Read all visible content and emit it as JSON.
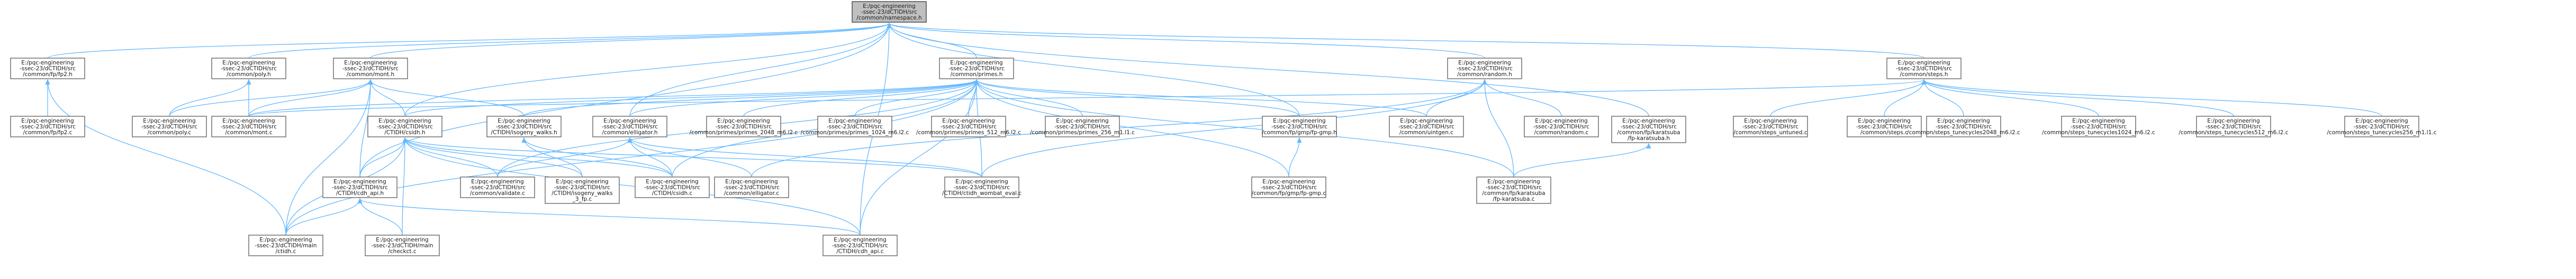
{
  "diagram": {
    "type": "include-dependency-graph",
    "colors": {
      "edge": "#63b8ff",
      "node_border": "#666666",
      "root_fill": "#bfbfbf",
      "node_fill": "#ffffff"
    },
    "nodes": [
      {
        "id": "root",
        "lines": [
          "E:/pqc-engineering",
          "-ssec-23/dCTIDH/src",
          "/common/namespace.h"
        ]
      },
      {
        "id": "fp2h",
        "lines": [
          "E:/pqc-engineering",
          "-ssec-23/dCTIDH/src",
          "/common/fp/fp2.h"
        ]
      },
      {
        "id": "polyh",
        "lines": [
          "E:/pqc-engineering",
          "-ssec-23/dCTIDH/src",
          "/common/poly.h"
        ]
      },
      {
        "id": "montn",
        "lines": [
          "E:/pqc-engineering",
          "-ssec-23/dCTIDH/src",
          "/common/mont.h"
        ]
      },
      {
        "id": "primesh",
        "lines": [
          "E:/pqc-engineering",
          "-ssec-23/dCTIDH/src",
          "/common/primes.h"
        ]
      },
      {
        "id": "randomh",
        "lines": [
          "E:/pqc-engineering",
          "-ssec-23/dCTIDH/src",
          "/common/random.h"
        ]
      },
      {
        "id": "stepsh",
        "lines": [
          "E:/pqc-engineering",
          "-ssec-23/dCTIDH/src",
          "/common/steps.h"
        ]
      },
      {
        "id": "fp2c",
        "lines": [
          "E:/pqc-engineering",
          "-ssec-23/dCTIDH/src",
          "/common/fp/fp2.c"
        ]
      },
      {
        "id": "polyc",
        "lines": [
          "E:/pqc-engineering",
          "-ssec-23/dCTIDH/src",
          "/common/poly.c"
        ]
      },
      {
        "id": "montc",
        "lines": [
          "E:/pqc-engineering",
          "-ssec-23/dCTIDH/src",
          "/common/mont.c"
        ]
      },
      {
        "id": "csidhh",
        "lines": [
          "E:/pqc-engineering",
          "-ssec-23/dCTIDH/src",
          "/CTIDH/csidh.h"
        ]
      },
      {
        "id": "isogwalks",
        "lines": [
          "E:/pqc-engineering",
          "-ssec-23/dCTIDH/src",
          "/CTIDH/isogeny_walks.h"
        ]
      },
      {
        "id": "elligatorh",
        "lines": [
          "E:/pqc-engineering",
          "-ssec-23/dCTIDH/src",
          "/common/elligator.h"
        ]
      },
      {
        "id": "p2048",
        "lines": [
          "E:/pqc-engineering",
          "-ssec-23/dCTIDH/src",
          "/common/primes/primes_2048_m6.l2.c"
        ]
      },
      {
        "id": "p1024",
        "lines": [
          "E:/pqc-engineering",
          "-ssec-23/dCTIDH/src",
          "/common/primes/primes_1024_m6.l2.c"
        ]
      },
      {
        "id": "p512",
        "lines": [
          "E:/pqc-engineering",
          "-ssec-23/dCTIDH/src",
          "/common/primes/primes_512_m6.l2.c"
        ]
      },
      {
        "id": "p256",
        "lines": [
          "E:/pqc-engineering",
          "-ssec-23/dCTIDH/src",
          "/common/primes/primes_256_m1.l1.c"
        ]
      },
      {
        "id": "fpgmph",
        "lines": [
          "E:/pqc-engineering",
          "-ssec-23/dCTIDH/src",
          "/common/fp/gmp/fp-gmp.h"
        ]
      },
      {
        "id": "uintgen",
        "lines": [
          "E:/pqc-engineering",
          "-ssec-23/dCTIDH/src",
          "/common/uintgen.c"
        ]
      },
      {
        "id": "randomc",
        "lines": [
          "E:/pqc-engineering",
          "-ssec-23/dCTIDH/src",
          "/common/random.c"
        ]
      },
      {
        "id": "karatsubah",
        "lines": [
          "E:/pqc-engineering",
          "-ssec-23/dCTIDH/src",
          "/common/fp/karatsuba",
          "/fp-karatsuba.h"
        ]
      },
      {
        "id": "stepsunt",
        "lines": [
          "E:/pqc-engineering",
          "-ssec-23/dCTIDH/src",
          "/common/steps_untuned.c"
        ]
      },
      {
        "id": "stepsc",
        "lines": [
          "E:/pqc-engineering",
          "-ssec-23/dCTIDH/src",
          "/common/steps.c"
        ]
      },
      {
        "id": "st2048",
        "lines": [
          "E:/pqc-engineering",
          "-ssec-23/dCTIDH/src",
          "/common/steps_tunecycles2048_m6.l2.c"
        ]
      },
      {
        "id": "st1024",
        "lines": [
          "E:/pqc-engineering",
          "-ssec-23/dCTIDH/src",
          "/common/steps_tunecycles1024_m6.l2.c"
        ]
      },
      {
        "id": "st512",
        "lines": [
          "E:/pqc-engineering",
          "-ssec-23/dCTIDH/src",
          "/common/steps_tunecycles512_m6.l2.c"
        ]
      },
      {
        "id": "st256",
        "lines": [
          "E:/pqc-engineering",
          "-ssec-23/dCTIDH/src",
          "/common/steps_tunecycles256_m1.l1.c"
        ]
      },
      {
        "id": "cdhapi",
        "lines": [
          "E:/pqc-engineering",
          "-ssec-23/dCTIDH/src",
          "/CTIDH/cdh_api.h"
        ]
      },
      {
        "id": "validatec",
        "lines": [
          "E:/pqc-engineering",
          "-ssec-23/dCTIDH/src",
          "/common/validate.c"
        ]
      },
      {
        "id": "isogwalksc",
        "lines": [
          "E:/pqc-engineering",
          "-ssec-23/dCTIDH/src",
          "/CTIDH/isogeny_walks",
          "_3_fp.c"
        ]
      },
      {
        "id": "csidhc",
        "lines": [
          "E:/pqc-engineering",
          "-ssec-23/dCTIDH/src",
          "/CTIDH/csidh.c"
        ]
      },
      {
        "id": "elligatorc",
        "lines": [
          "E:/pqc-engineering",
          "-ssec-23/dCTIDH/src",
          "/common/elligator.c"
        ]
      },
      {
        "id": "wombat",
        "lines": [
          "E:/pqc-engineering",
          "-ssec-23/dCTIDH/src",
          "/CTIDH/ctidh_wombat_eval.c"
        ]
      },
      {
        "id": "fpgmpc",
        "lines": [
          "E:/pqc-engineering",
          "-ssec-23/dCTIDH/src",
          "/common/fp/gmp/fp-gmp.c"
        ]
      },
      {
        "id": "karatsubac",
        "lines": [
          "E:/pqc-engineering",
          "-ssec-23/dCTIDH/src",
          "/common/fp/karatsuba",
          "/fp-karatsuba.c"
        ]
      },
      {
        "id": "mainc",
        "lines": [
          "E:/pqc-engineering",
          "-ssec-23/dCTIDH/main",
          "/ctidh.c"
        ]
      },
      {
        "id": "checkct",
        "lines": [
          "E:/pqc-engineering",
          "-ssec-23/dCTIDH/main",
          "/checkct.c"
        ]
      },
      {
        "id": "cdhapic",
        "lines": [
          "E:/pqc-engineering",
          "-ssec-23/dCTIDH/src",
          "/CTIDH/cdh_api.c"
        ]
      }
    ],
    "edges": [
      [
        "root",
        "fp2h"
      ],
      [
        "root",
        "polyh"
      ],
      [
        "root",
        "montn"
      ],
      [
        "root",
        "primesh"
      ],
      [
        "root",
        "randomh"
      ],
      [
        "root",
        "stepsh"
      ],
      [
        "root",
        "csidhh"
      ],
      [
        "root",
        "cdhapi"
      ],
      [
        "root",
        "karatsubah"
      ],
      [
        "root",
        "fpgmph"
      ],
      [
        "root",
        "elligatorh"
      ],
      [
        "root",
        "cdhapic"
      ],
      [
        "fp2h",
        "fp2c"
      ],
      [
        "fp2h",
        "mainc"
      ],
      [
        "polyh",
        "polyc"
      ],
      [
        "polyh",
        "montc"
      ],
      [
        "montn",
        "polyc"
      ],
      [
        "montn",
        "montc"
      ],
      [
        "montn",
        "csidhh"
      ],
      [
        "montn",
        "isogwalks"
      ],
      [
        "montn",
        "cdhapi"
      ],
      [
        "montn",
        "mainc"
      ],
      [
        "primesh",
        "p2048"
      ],
      [
        "primesh",
        "p1024"
      ],
      [
        "primesh",
        "p512"
      ],
      [
        "primesh",
        "p256"
      ],
      [
        "primesh",
        "fpgmph"
      ],
      [
        "primesh",
        "uintgen"
      ],
      [
        "primesh",
        "montc"
      ],
      [
        "primesh",
        "csidhh"
      ],
      [
        "primesh",
        "elligatorh"
      ],
      [
        "primesh",
        "isogwalks"
      ],
      [
        "primesh",
        "validatec"
      ],
      [
        "primesh",
        "csidhc"
      ],
      [
        "primesh",
        "wombat"
      ],
      [
        "primesh",
        "karatsubac"
      ],
      [
        "primesh",
        "fpgmpc"
      ],
      [
        "primesh",
        "cdhapic"
      ],
      [
        "primesh",
        "mainc"
      ],
      [
        "randomh",
        "randomc"
      ],
      [
        "randomh",
        "uintgen"
      ],
      [
        "randomh",
        "elligatorc"
      ],
      [
        "randomh",
        "wombat"
      ],
      [
        "randomh",
        "karatsubac"
      ],
      [
        "stepsh",
        "stepsunt"
      ],
      [
        "stepsh",
        "stepsc"
      ],
      [
        "stepsh",
        "st2048"
      ],
      [
        "stepsh",
        "st1024"
      ],
      [
        "stepsh",
        "st512"
      ],
      [
        "stepsh",
        "st256"
      ],
      [
        "stepsh",
        "montc"
      ],
      [
        "csidhh",
        "cdhapi"
      ],
      [
        "csidhh",
        "validatec"
      ],
      [
        "csidhh",
        "csidhc"
      ],
      [
        "csidhh",
        "wombat"
      ],
      [
        "csidhh",
        "mainc"
      ],
      [
        "csidhh",
        "checkct"
      ],
      [
        "csidhh",
        "cdhapic"
      ],
      [
        "csidhh",
        "isogwalksc"
      ],
      [
        "isogwalks",
        "isogwalksc"
      ],
      [
        "isogwalks",
        "csidhc"
      ],
      [
        "elligatorh",
        "elligatorc"
      ],
      [
        "elligatorh",
        "csidhc"
      ],
      [
        "elligatorh",
        "validatec"
      ],
      [
        "elligatorh",
        "wombat"
      ],
      [
        "fpgmph",
        "fpgmpc"
      ],
      [
        "karatsubah",
        "karatsubac"
      ],
      [
        "cdhapi",
        "mainc"
      ],
      [
        "cdhapi",
        "checkct"
      ],
      [
        "cdhapi",
        "cdhapic"
      ]
    ]
  }
}
